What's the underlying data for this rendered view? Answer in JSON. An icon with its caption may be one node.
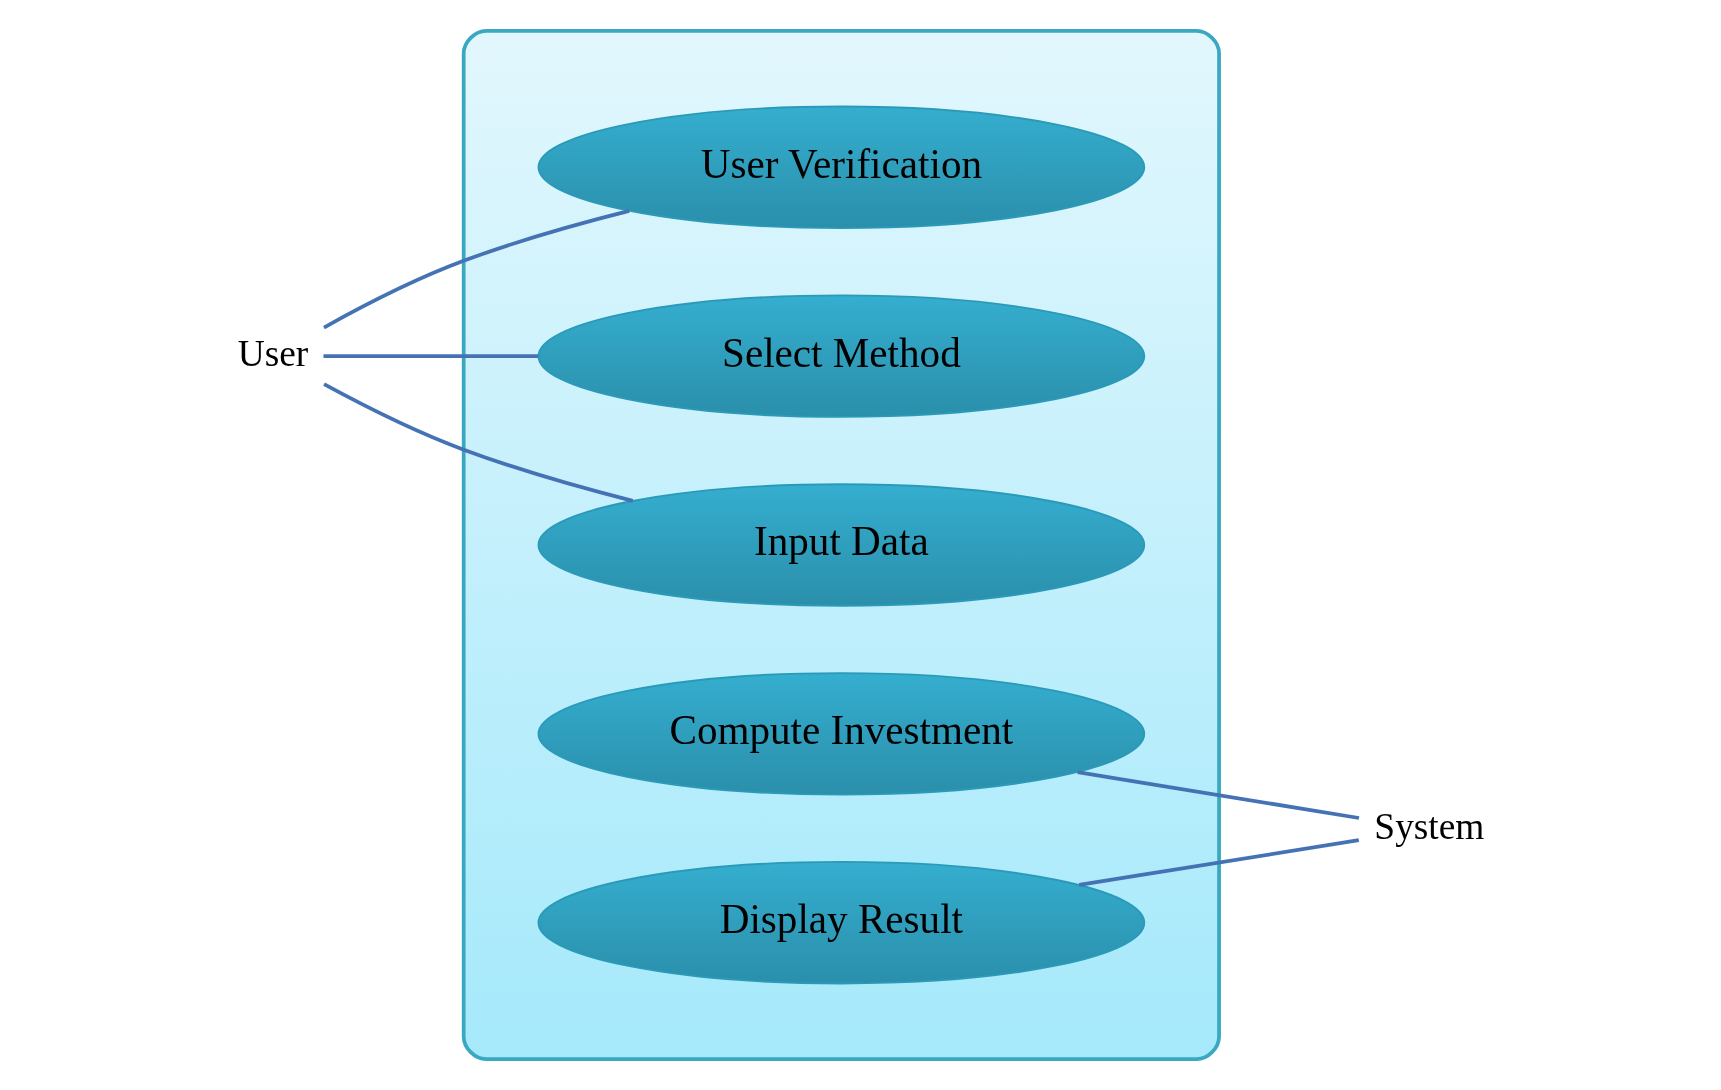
{
  "diagram": {
    "nodes": [
      {
        "text": [
          "User"
        ]
      },
      {
        "text": [],
        "shape": "box"
      },
      {
        "text": [
          "User Verification"
        ],
        "in": 1
      },
      {
        "text": [
          "Select Method"
        ],
        "in": 1
      },
      {
        "text": [
          "Input Data"
        ],
        "in": 1
      },
      {
        "text": [
          "Compute Investment"
        ],
        "in": 1
      },
      {
        "text": [
          "Display Result"
        ],
        "in": 1
      },
      {
        "text": [
          "System"
        ]
      }
    ],
    "edges": [
      {
        "from": 0,
        "to": 2,
        "arrow": "none"
      },
      {
        "from": 0,
        "to": 3,
        "arrow": "none"
      },
      {
        "from": 0,
        "to": 4,
        "arrow": "none"
      },
      {
        "from": 5,
        "to": 7,
        "arrow": "none"
      },
      {
        "from": 6,
        "to": 7,
        "arrow": "none"
      }
    ]
  }
}
